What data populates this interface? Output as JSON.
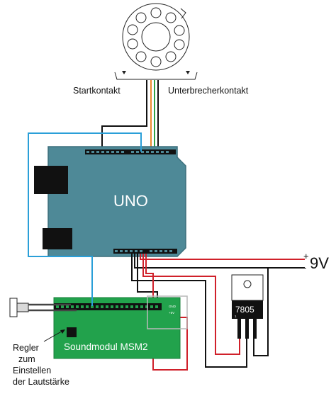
{
  "labels": {
    "start_contact": "Startkontakt",
    "interrupt_contact": "Unterbrecherkontakt",
    "board": "UNO",
    "sound_module": "Soundmodul MSM2",
    "regler_lines": [
      "Regler",
      "zum",
      "Einstellen",
      "der Lautstärke"
    ],
    "regulator": "7805",
    "regulator_pin1": "1",
    "supply_voltage": "9V",
    "plus": "+",
    "minus": "-",
    "module_gnd": "GND",
    "module_5v": "+5V"
  },
  "colors": {
    "board": "#4e8997",
    "board_edge": "#3b6f7c",
    "module": "#22a24c",
    "wire_black": "#111111",
    "wire_red": "#d0202a",
    "wire_blue": "#2a9fd8",
    "wire_orange": "#e98a2f",
    "wire_green": "#2da348",
    "outline_grey": "#b9b9b9"
  },
  "icons": [
    "rotary-dial-icon",
    "speaker-icon",
    "potentiometer-icon",
    "voltage-regulator-icon"
  ]
}
